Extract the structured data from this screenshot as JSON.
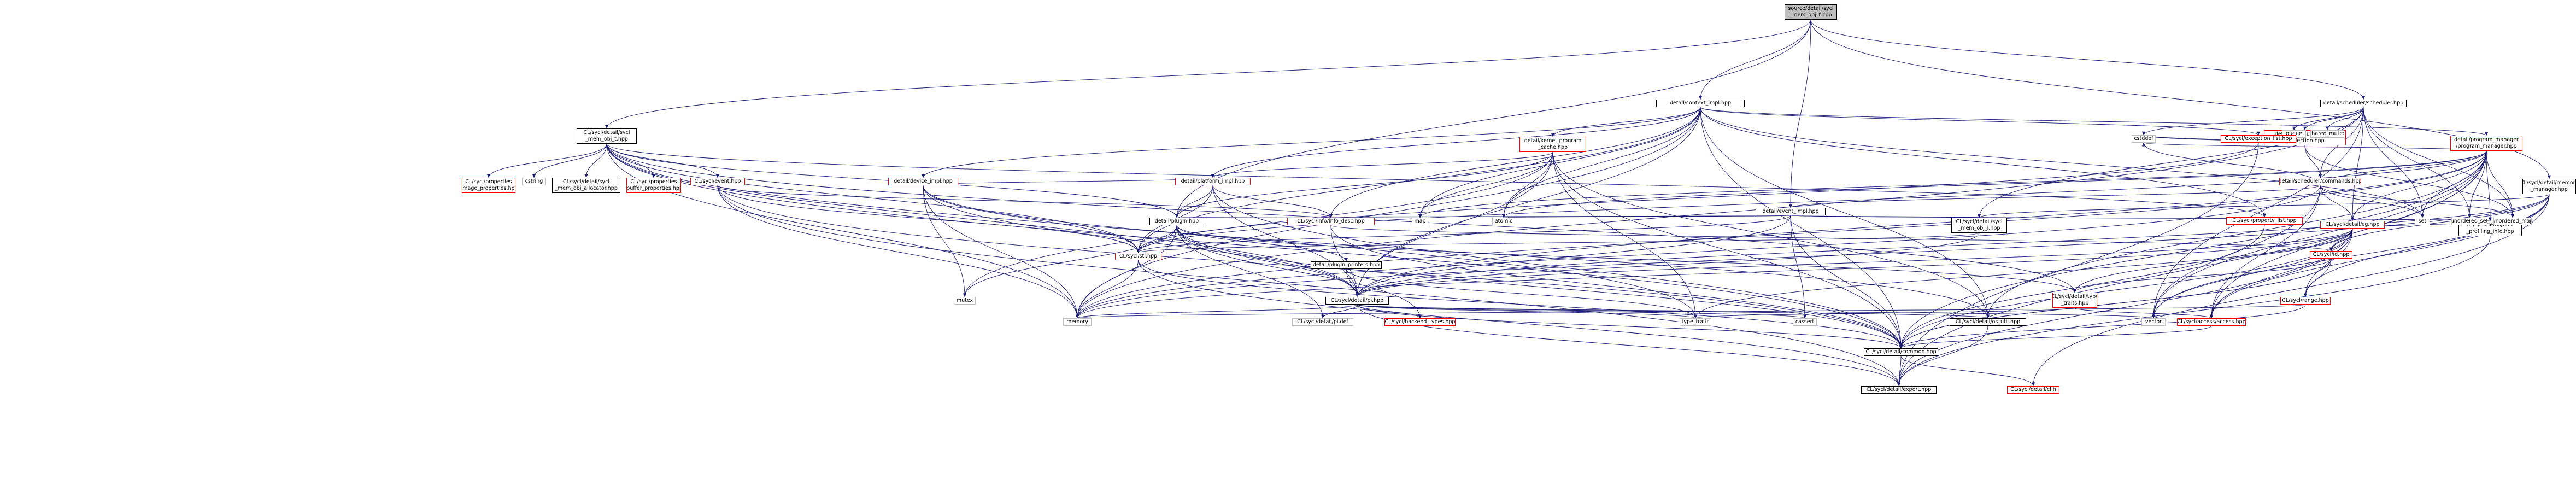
{
  "nodes": [
    {
      "id": "root",
      "lines": [
        "source/detail/sycl",
        "_mem_obj_t.cpp"
      ],
      "kind": "root"
    },
    {
      "id": "ctx",
      "lines": [
        "detail/context_impl.hpp"
      ],
      "kind": "normal"
    },
    {
      "id": "evt",
      "lines": [
        "detail/event_impl.hpp"
      ],
      "kind": "normal"
    },
    {
      "id": "sched",
      "lines": [
        "detail/scheduler/scheduler.hpp"
      ],
      "kind": "normal"
    },
    {
      "id": "leaves",
      "lines": [
        "detail/scheduler/leaves",
        "_collection.hpp"
      ],
      "kind": "red"
    },
    {
      "id": "cmds",
      "lines": [
        "detail/scheduler/commands.hpp"
      ],
      "kind": "red"
    },
    {
      "id": "queue",
      "lines": [
        "queue"
      ],
      "kind": "ext"
    },
    {
      "id": "shmutex",
      "lines": [
        "shared_mutex"
      ],
      "kind": "ext"
    },
    {
      "id": "symt",
      "lines": [
        "CL/sycl/detail/sycl",
        "_mem_obj_t.hpp"
      ],
      "kind": "normal"
    },
    {
      "id": "imgprop",
      "lines": [
        "CL/sycl/properties",
        "/image_properties.hpp"
      ],
      "kind": "red"
    },
    {
      "id": "cstring",
      "lines": [
        "cstring"
      ],
      "kind": "ext"
    },
    {
      "id": "alloc",
      "lines": [
        "CL/sycl/detail/sycl",
        "_mem_obj_allocator.hpp"
      ],
      "kind": "normal"
    },
    {
      "id": "bufprop",
      "lines": [
        "CL/sycl/properties",
        "/buffer_properties.hpp"
      ],
      "kind": "red"
    },
    {
      "id": "event",
      "lines": [
        "CL/sycl/event.hpp"
      ],
      "kind": "red"
    },
    {
      "id": "devimpl",
      "lines": [
        "detail/device_impl.hpp"
      ],
      "kind": "red"
    },
    {
      "id": "kpc",
      "lines": [
        "detail/kernel_program",
        "_cache.hpp"
      ],
      "kind": "red"
    },
    {
      "id": "platimpl",
      "lines": [
        "detail/platform_impl.hpp"
      ],
      "kind": "red"
    },
    {
      "id": "plugin",
      "lines": [
        "detail/plugin.hpp"
      ],
      "kind": "normal"
    },
    {
      "id": "infodesc",
      "lines": [
        "CL/sycl/info/info_desc.hpp"
      ],
      "kind": "red"
    },
    {
      "id": "excl",
      "lines": [
        "CL/sycl/exception_list.hpp"
      ],
      "kind": "red"
    },
    {
      "id": "memmgr",
      "lines": [
        "CL/sycl/detail/memory",
        "_manager.hpp"
      ],
      "kind": "normal"
    },
    {
      "id": "propl",
      "lines": [
        "CL/sycl/property_list.hpp"
      ],
      "kind": "red"
    },
    {
      "id": "symti",
      "lines": [
        "CL/sycl/detail/sycl",
        "_mem_obj_i.hpp"
      ],
      "kind": "normal"
    },
    {
      "id": "pmgr",
      "lines": [
        "detail/program_manager",
        "/program_manager.hpp"
      ],
      "kind": "red"
    },
    {
      "id": "cgh",
      "lines": [
        "CL/sycl/detail/cg.hpp"
      ],
      "kind": "red"
    },
    {
      "id": "hostprof",
      "lines": [
        "CL/sycl/detail/host",
        "_profiling_info.hpp"
      ],
      "kind": "normal"
    },
    {
      "id": "stl",
      "lines": [
        "CL/sycl/stl.hpp"
      ],
      "kind": "red"
    },
    {
      "id": "idh",
      "lines": [
        "CL/sycl/id.hpp"
      ],
      "kind": "red"
    },
    {
      "id": "range",
      "lines": [
        "CL/sycl/range.hpp"
      ],
      "kind": "red"
    },
    {
      "id": "typetr",
      "lines": [
        "CL/sycl/detail/type",
        "_traits.hpp"
      ],
      "kind": "red"
    },
    {
      "id": "pluginpr",
      "lines": [
        "detail/plugin_printers.hpp"
      ],
      "kind": "normal"
    },
    {
      "id": "pi",
      "lines": [
        "CL/sycl/detail/pi.hpp"
      ],
      "kind": "normal"
    },
    {
      "id": "access",
      "lines": [
        "CL/sycl/access/access.hpp"
      ],
      "kind": "red"
    },
    {
      "id": "osutil",
      "lines": [
        "CL/sycl/detail/os_util.hpp"
      ],
      "kind": "normal"
    },
    {
      "id": "backend",
      "lines": [
        "CL/sycl/backend_types.hpp"
      ],
      "kind": "red"
    },
    {
      "id": "pidef",
      "lines": [
        "CL/sycl/detail/pi.def"
      ],
      "kind": "ext"
    },
    {
      "id": "common",
      "lines": [
        "CL/sycl/detail/common.hpp"
      ],
      "kind": "normal"
    },
    {
      "id": "export",
      "lines": [
        "CL/sycl/detail/export.hpp"
      ],
      "kind": "normal"
    },
    {
      "id": "clh",
      "lines": [
        "CL/sycl/detail/cl.h"
      ],
      "kind": "red"
    },
    {
      "id": "memory",
      "lines": [
        "memory"
      ],
      "kind": "ext"
    },
    {
      "id": "mutex",
      "lines": [
        "mutex"
      ],
      "kind": "ext"
    },
    {
      "id": "cassert",
      "lines": [
        "cassert"
      ],
      "kind": "ext"
    },
    {
      "id": "typetraits",
      "lines": [
        "type_traits"
      ],
      "kind": "ext"
    },
    {
      "id": "vector",
      "lines": [
        "vector"
      ],
      "kind": "ext"
    },
    {
      "id": "cstddef",
      "lines": [
        "cstddef"
      ],
      "kind": "ext"
    },
    {
      "id": "atomic",
      "lines": [
        "atomic"
      ],
      "kind": "ext"
    },
    {
      "id": "map",
      "lines": [
        "map"
      ],
      "kind": "ext"
    },
    {
      "id": "set",
      "lines": [
        "set"
      ],
      "kind": "ext"
    },
    {
      "id": "uset",
      "lines": [
        "unordered_set"
      ],
      "kind": "ext"
    },
    {
      "id": "umap",
      "lines": [
        "unordered_map"
      ],
      "kind": "ext"
    }
  ],
  "edges": [
    [
      "root",
      "ctx"
    ],
    [
      "root",
      "evt"
    ],
    [
      "root",
      "sched"
    ],
    [
      "root",
      "symt"
    ],
    [
      "root",
      "memmgr"
    ],
    [
      "root",
      "plugin"
    ],
    [
      "sched",
      "queue"
    ],
    [
      "sched",
      "shmutex"
    ],
    [
      "sched",
      "leaves"
    ],
    [
      "sched",
      "cmds"
    ],
    [
      "sched",
      "cgh"
    ],
    [
      "sched",
      "cstddef"
    ],
    [
      "sched",
      "memory"
    ],
    [
      "sched",
      "set"
    ],
    [
      "sched",
      "uset"
    ],
    [
      "sched",
      "umap"
    ],
    [
      "sched",
      "vector"
    ],
    [
      "sched",
      "symti"
    ],
    [
      "leaves",
      "cmds"
    ],
    [
      "leaves",
      "cstddef"
    ],
    [
      "leaves",
      "umap"
    ],
    [
      "cmds",
      "evt"
    ],
    [
      "cmds",
      "pmgr"
    ],
    [
      "cmds",
      "cgh"
    ],
    [
      "cmds",
      "cstddef"
    ],
    [
      "cmds",
      "set"
    ],
    [
      "cmds",
      "vector"
    ],
    [
      "cmds",
      "memory"
    ],
    [
      "cmds",
      "access"
    ],
    [
      "cmds",
      "umap"
    ],
    [
      "ctx",
      "devimpl"
    ],
    [
      "ctx",
      "kpc"
    ],
    [
      "ctx",
      "platimpl"
    ],
    [
      "ctx",
      "excl"
    ],
    [
      "ctx",
      "infodesc"
    ],
    [
      "ctx",
      "propl"
    ],
    [
      "ctx",
      "pmgr"
    ],
    [
      "ctx",
      "stl"
    ],
    [
      "ctx",
      "pi"
    ],
    [
      "ctx",
      "common"
    ],
    [
      "ctx",
      "osutil"
    ],
    [
      "ctx",
      "map"
    ],
    [
      "ctx",
      "memory"
    ],
    [
      "ctx",
      "atomic"
    ],
    [
      "ctx",
      "set"
    ],
    [
      "evt",
      "plugin"
    ],
    [
      "evt",
      "hostprof"
    ],
    [
      "evt",
      "symti"
    ],
    [
      "evt",
      "cassert"
    ],
    [
      "evt",
      "atomic"
    ],
    [
      "evt",
      "pi"
    ],
    [
      "evt",
      "common"
    ],
    [
      "evt",
      "stl"
    ],
    [
      "evt",
      "infodesc"
    ],
    [
      "symt",
      "imgprop"
    ],
    [
      "symt",
      "cstring"
    ],
    [
      "symt",
      "alloc"
    ],
    [
      "symt",
      "bufprop"
    ],
    [
      "symt",
      "event"
    ],
    [
      "symt",
      "propl"
    ],
    [
      "symt",
      "stl"
    ],
    [
      "symt",
      "plugin"
    ],
    [
      "symt",
      "pi"
    ],
    [
      "symt",
      "common"
    ],
    [
      "symt",
      "typetr"
    ],
    [
      "symt",
      "memory"
    ],
    [
      "symt",
      "type_traits"
    ],
    [
      "event",
      "infodesc"
    ],
    [
      "event",
      "stl"
    ],
    [
      "event",
      "memory"
    ],
    [
      "event",
      "common"
    ],
    [
      "event",
      "export"
    ],
    [
      "devimpl",
      "platimpl"
    ],
    [
      "devimpl",
      "stl"
    ],
    [
      "devimpl",
      "pi"
    ],
    [
      "devimpl",
      "memory"
    ],
    [
      "devimpl",
      "mutex"
    ],
    [
      "devimpl",
      "osutil"
    ],
    [
      "kpc",
      "platimpl"
    ],
    [
      "kpc",
      "plugin"
    ],
    [
      "kpc",
      "pi"
    ],
    [
      "kpc",
      "common"
    ],
    [
      "kpc",
      "map"
    ],
    [
      "kpc",
      "mutex"
    ],
    [
      "kpc",
      "type_traits"
    ],
    [
      "kpc",
      "atomic"
    ],
    [
      "kpc",
      "osutil"
    ],
    [
      "platimpl",
      "plugin"
    ],
    [
      "platimpl",
      "infodesc"
    ],
    [
      "platimpl",
      "stl"
    ],
    [
      "platimpl",
      "pi"
    ],
    [
      "platimpl",
      "common"
    ],
    [
      "plugin",
      "pluginpr"
    ],
    [
      "plugin",
      "pi"
    ],
    [
      "plugin",
      "stl"
    ],
    [
      "plugin",
      "backend"
    ],
    [
      "plugin",
      "mutex"
    ],
    [
      "plugin",
      "memory"
    ],
    [
      "plugin",
      "common"
    ],
    [
      "plugin",
      "pidef"
    ],
    [
      "plugin",
      "typetr"
    ],
    [
      "pluginpr",
      "pi"
    ],
    [
      "pluginpr",
      "type_traits"
    ],
    [
      "infodesc",
      "pi"
    ],
    [
      "infodesc",
      "idh"
    ],
    [
      "infodesc",
      "common"
    ],
    [
      "excl",
      "stl"
    ],
    [
      "excl",
      "export"
    ],
    [
      "excl",
      "cstddef"
    ],
    [
      "memmgr",
      "symti"
    ],
    [
      "memmgr",
      "access"
    ],
    [
      "memmgr",
      "pi"
    ],
    [
      "memmgr",
      "range"
    ],
    [
      "memmgr",
      "idh"
    ],
    [
      "memmgr",
      "memory"
    ],
    [
      "memmgr",
      "vector"
    ],
    [
      "memmgr",
      "cl"
    ],
    [
      "propl",
      "common"
    ],
    [
      "symti",
      "stl"
    ],
    [
      "symti",
      "pi"
    ],
    [
      "pmgr",
      "cgh"
    ],
    [
      "pmgr",
      "stl"
    ],
    [
      "pmgr",
      "osutil"
    ],
    [
      "pmgr",
      "export"
    ],
    [
      "pmgr",
      "common"
    ],
    [
      "pmgr",
      "map"
    ],
    [
      "pmgr",
      "set"
    ],
    [
      "pmgr",
      "uset"
    ],
    [
      "pmgr",
      "umap"
    ],
    [
      "pmgr",
      "vector"
    ],
    [
      "pmgr",
      "memory"
    ],
    [
      "pmgr",
      "cstddef"
    ],
    [
      "pmgr",
      "hostprof"
    ],
    [
      "pmgr",
      "pi"
    ],
    [
      "pmgr",
      "access"
    ],
    [
      "pmgr",
      "atomic"
    ],
    [
      "cgh",
      "access"
    ],
    [
      "cgh",
      "range"
    ],
    [
      "cgh",
      "idh"
    ],
    [
      "cgh",
      "pi"
    ],
    [
      "cgh",
      "common"
    ],
    [
      "cgh",
      "hostprof"
    ],
    [
      "cgh",
      "memory"
    ],
    [
      "cgh",
      "vector"
    ],
    [
      "cgh",
      "typetr"
    ],
    [
      "cgh",
      "export"
    ],
    [
      "cgh",
      "type_traits"
    ],
    [
      "hostprof",
      "export"
    ],
    [
      "stl",
      "memory"
    ],
    [
      "stl",
      "export"
    ],
    [
      "stl",
      "common"
    ],
    [
      "idh",
      "typetr"
    ],
    [
      "idh",
      "range"
    ],
    [
      "idh",
      "common"
    ],
    [
      "idh",
      "common"
    ],
    [
      "range",
      "common"
    ],
    [
      "range",
      "memory"
    ],
    [
      "typetr",
      "access"
    ],
    [
      "typetr",
      "type_traits"
    ],
    [
      "pi",
      "backend"
    ],
    [
      "pi",
      "export"
    ],
    [
      "pi",
      "osutil"
    ],
    [
      "pi",
      "pidef"
    ],
    [
      "pi",
      "cassert"
    ],
    [
      "pi",
      "memory"
    ],
    [
      "pi",
      "type_traits"
    ],
    [
      "pi",
      "vector"
    ],
    [
      "pi",
      "common"
    ],
    [
      "access",
      "common"
    ],
    [
      "osutil",
      "export"
    ],
    [
      "common",
      "export"
    ],
    [
      "common",
      "clh"
    ]
  ]
}
